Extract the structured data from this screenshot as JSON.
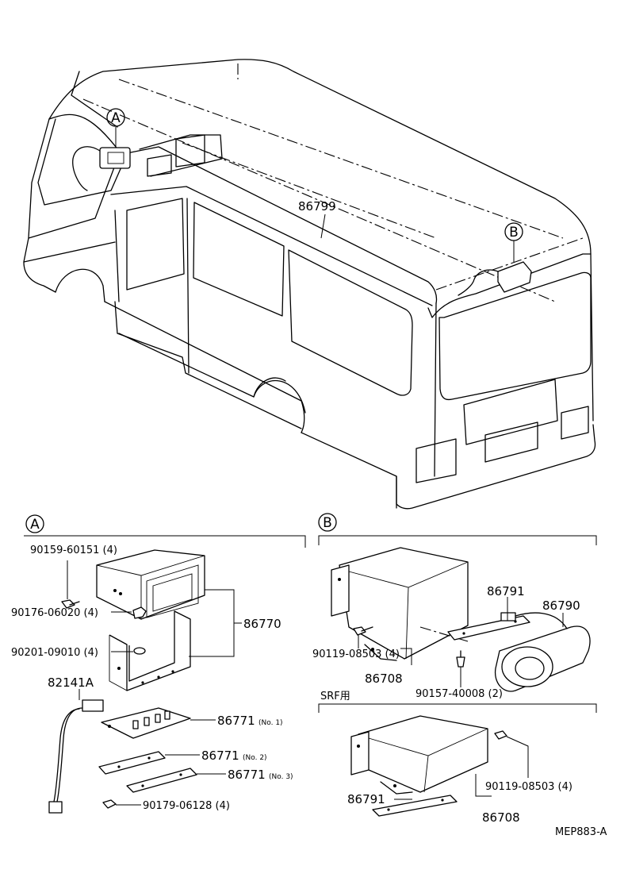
{
  "callouts": {
    "a": "A",
    "b": "B"
  },
  "vehicle": {
    "harness_part": "86799"
  },
  "section_a": {
    "label": "A",
    "parts": {
      "screw": "90159-60151 (4)",
      "nut": "90176-06020 (4)",
      "washer": "90201-09010 (4)",
      "control_unit": "86770",
      "wire": "82141A",
      "bracket_no1": "86771",
      "bracket_no1_suffix": "(No. 1)",
      "bracket_no2": "86771",
      "bracket_no2_suffix": "(No. 2)",
      "bracket_no3": "86771",
      "bracket_no3_suffix": "(No. 3)",
      "bolt": "90179-06128 (4)"
    }
  },
  "section_b": {
    "label": "B",
    "parts": {
      "bracket": "86791",
      "speaker": "86790",
      "bolt": "90119-08503 (4)",
      "unit": "86708",
      "clip": "90157-40008 (2)"
    }
  },
  "section_srf": {
    "label": "SRF用",
    "parts": {
      "bolt": "90119-08503 (4)",
      "bracket": "86791",
      "unit": "86708"
    }
  },
  "figure_code": "MEP883-A"
}
